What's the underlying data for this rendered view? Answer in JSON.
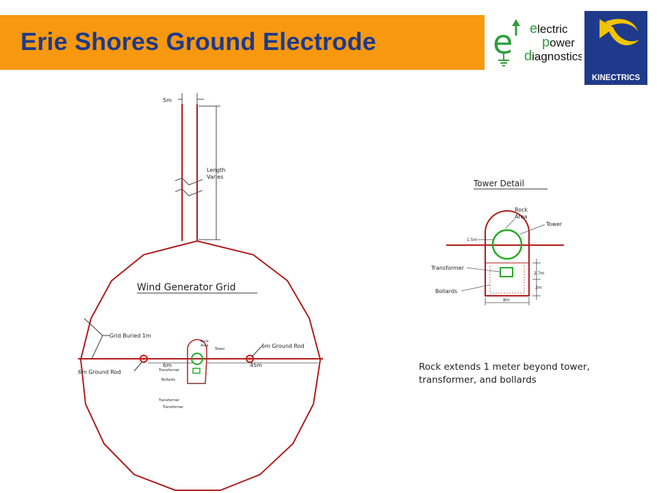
{
  "header": {
    "title": "Erie Shores Ground Electrode",
    "brand_colors": {
      "title_bar": "#f7980f",
      "title_text": "#1e3a8a",
      "green": "#2e9e3e",
      "kinectrics_blue": "#1f3a8a",
      "kinectrics_yellow": "#f2c300"
    }
  },
  "logos": {
    "epd": {
      "e_letter": "e",
      "line1_initial": "e",
      "line1_rest": "lectric",
      "line2_initial": "p",
      "line2_rest": "ower",
      "line3_initial": "d",
      "line3_rest": "iagnostics"
    },
    "kinectrics": {
      "name": "KINECTRICS"
    }
  },
  "grid_diagram": {
    "title": "Wind Generator Grid",
    "top_width": "5m",
    "length_label_1": "Length",
    "length_label_2": "Varies",
    "grid_buried": "Grid Buried 1m",
    "left_rod": "6m Ground Rod",
    "right_rod": "6m Ground Rod",
    "dim_6m": "6m",
    "dim_45m": "45m",
    "mini_rock": "Rock",
    "mini_area": "Area",
    "mini_tower": "Tower",
    "mini_transformer": "Transformer",
    "mini_bollards": "Bollards",
    "faint_label_1": "Transformer",
    "faint_label_2": "Transformer"
  },
  "tower_detail": {
    "title": "Tower Detail",
    "rock": "Rock",
    "area": "Area",
    "tower": "Tower",
    "dim_15m": "1.5m",
    "transformer": "Transformer",
    "bollards": "Bollards",
    "dim_27m": "2.7m",
    "dim_2m": "2m",
    "dim_8m": "8m"
  },
  "note": {
    "line1": "Rock extends 1 meter beyond tower,",
    "line2": "transformer, and bollards"
  }
}
